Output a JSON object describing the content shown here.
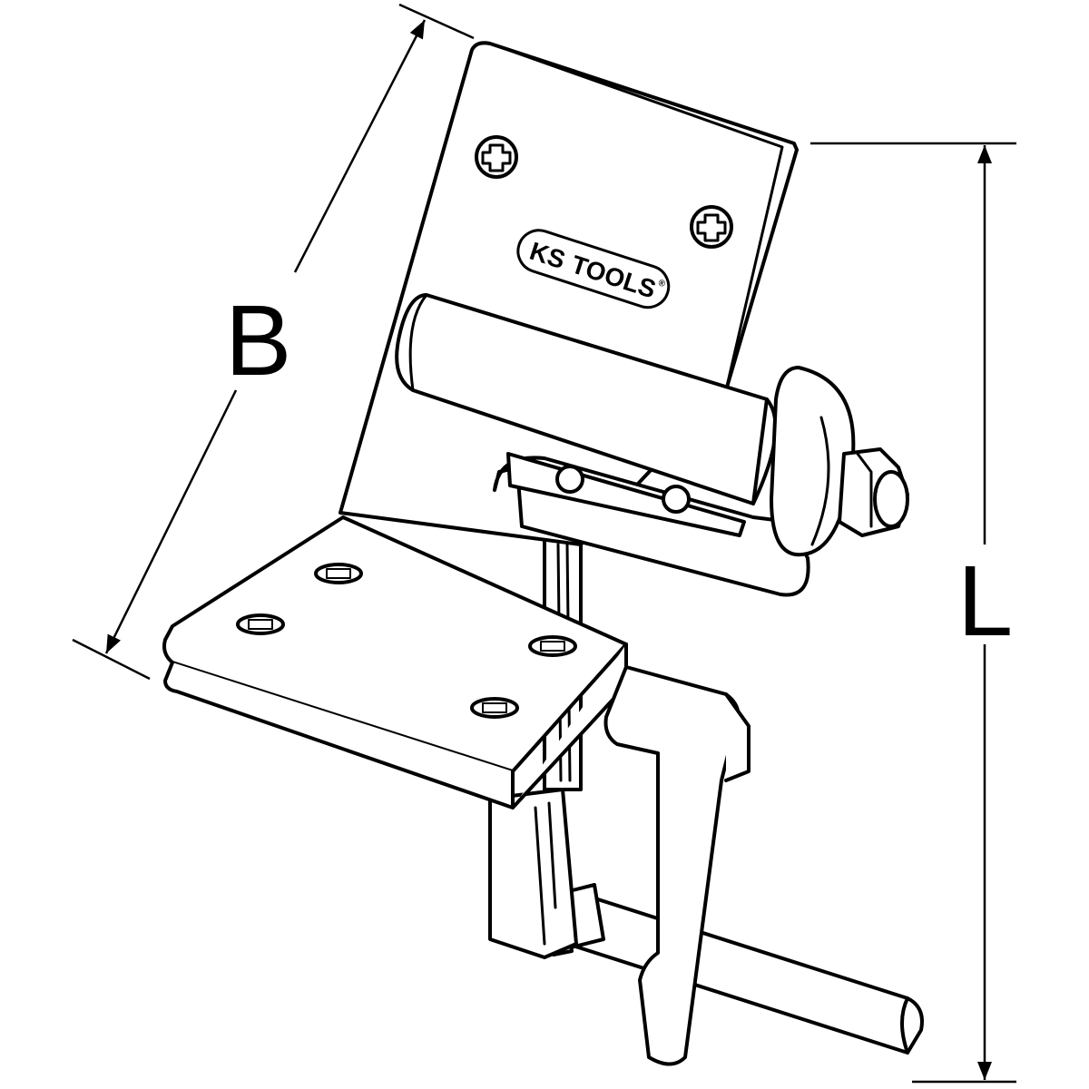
{
  "dimensions": {
    "width_label": "B",
    "length_label": "L"
  },
  "logo": {
    "brand_left": "KS",
    "brand_right": "TOOLS",
    "trademark": "®"
  },
  "colors": {
    "line": "#000000",
    "fill": "#ffffff"
  }
}
